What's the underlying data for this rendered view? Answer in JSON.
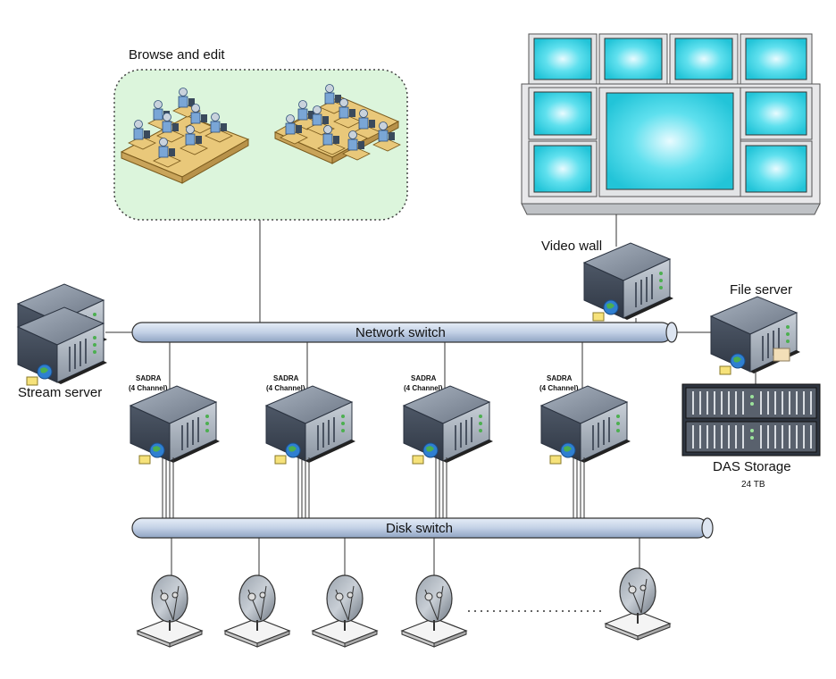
{
  "browse_group": {
    "label": "Browse and edit"
  },
  "video_wall": {
    "label": "Video wall"
  },
  "file_server": {
    "label": "File server"
  },
  "stream_server": {
    "label": "Stream server"
  },
  "network_switch": {
    "label": "Network switch"
  },
  "disk_switch": {
    "label": "Disk switch"
  },
  "das_storage": {
    "label": "DAS Storage",
    "capacity": "24 TB"
  },
  "sadra_servers": [
    {
      "name": "SADRA",
      "channels": "(4 Channel)"
    },
    {
      "name": "SADRA",
      "channels": "(4 Channel)"
    },
    {
      "name": "SADRA",
      "channels": "(4 Channel)"
    },
    {
      "name": "SADRA",
      "channels": "(4 Channel)"
    }
  ],
  "colors": {
    "workgroup_fill": "#dcf5dc",
    "bus_fill": "#c9d6ea",
    "screen_fill": "#3cd6e6",
    "server_dark": "#3f4a5a",
    "server_light": "#8b95a3"
  }
}
